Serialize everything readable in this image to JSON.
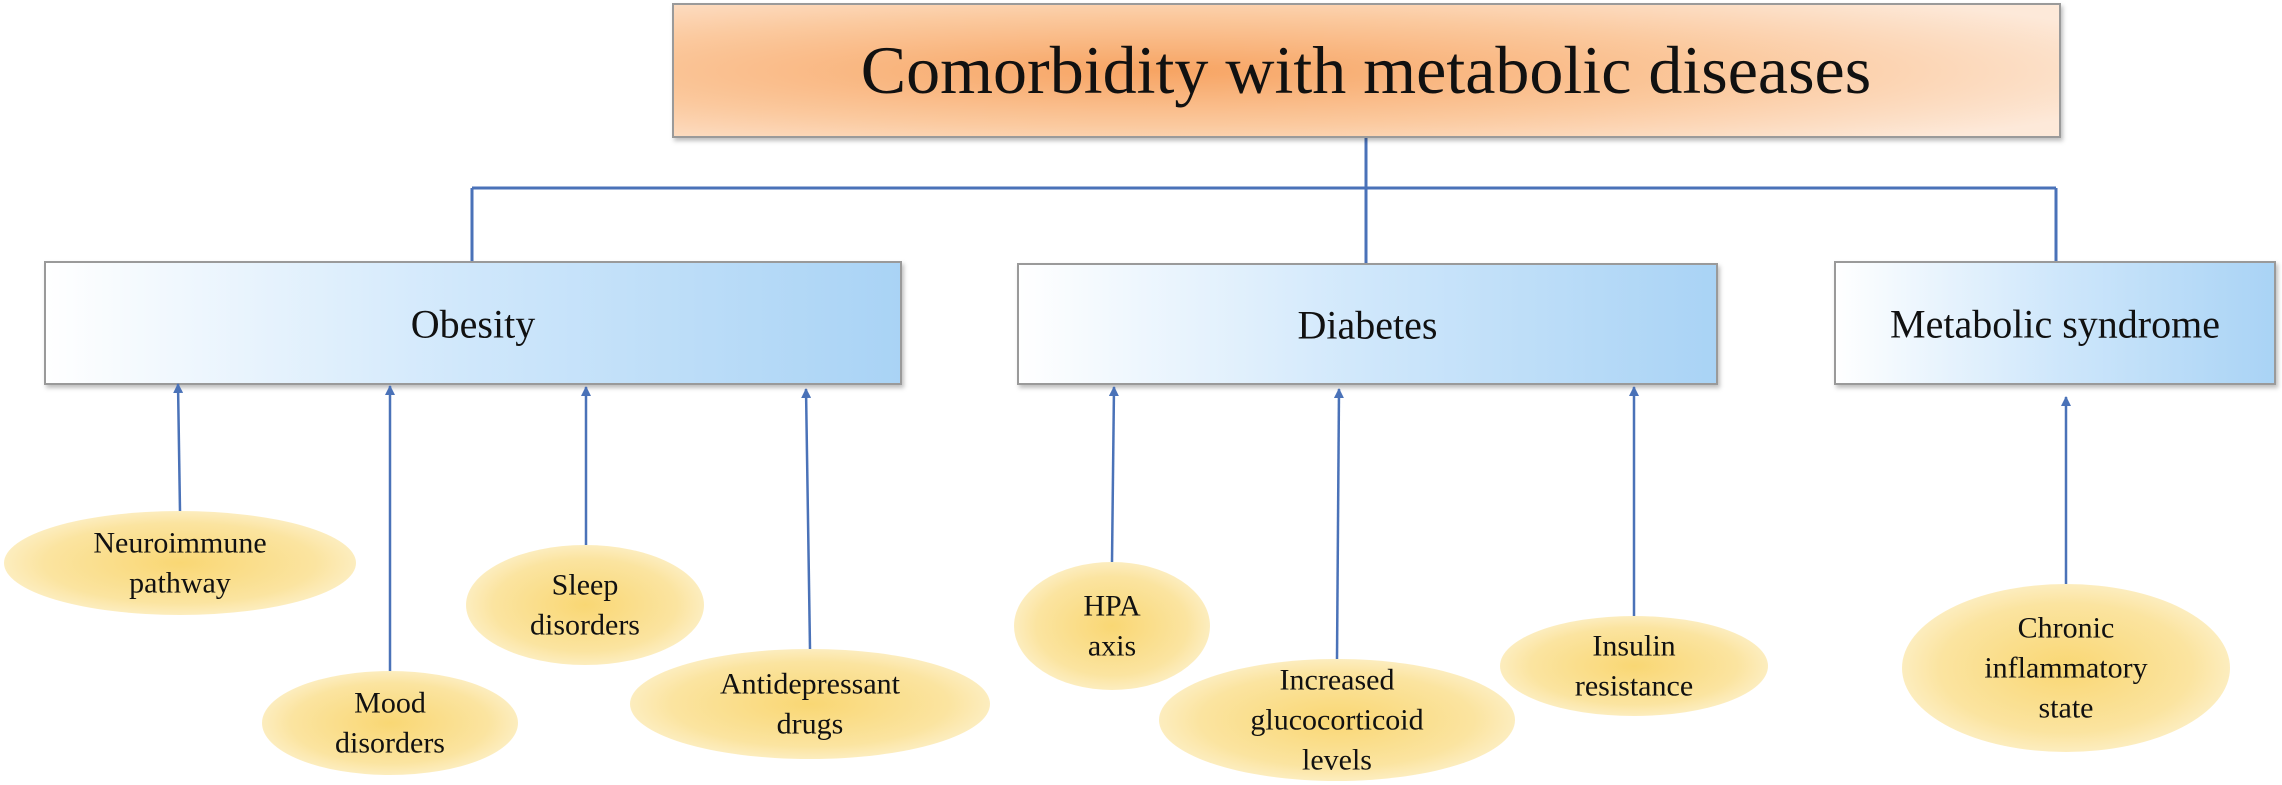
{
  "title": "Comorbidity with metabolic diseases",
  "categories": [
    {
      "label": "Obesity",
      "factors": [
        {
          "lines": [
            "Neuroimmune",
            "pathway"
          ]
        },
        {
          "lines": [
            "Mood",
            "disorders"
          ]
        },
        {
          "lines": [
            "Sleep",
            "disorders"
          ]
        },
        {
          "lines": [
            "Antidepressant",
            "drugs"
          ]
        }
      ]
    },
    {
      "label": "Diabetes",
      "factors": [
        {
          "lines": [
            "HPA",
            "axis"
          ]
        },
        {
          "lines": [
            "Increased",
            "glucocorticoid",
            "levels"
          ]
        },
        {
          "lines": [
            "Insulin",
            "resistance"
          ]
        }
      ]
    },
    {
      "label": "Metabolic syndrome",
      "factors": [
        {
          "lines": [
            "Chronic",
            "inflammatory",
            "state"
          ]
        }
      ]
    }
  ],
  "colors": {
    "title_center": "#f7a463",
    "title_edge": "#fde9d9",
    "category_left": "#ffffff",
    "category_right": "#a9d3f5",
    "factor_center": "#f9d774",
    "factor_edge": "#fdf1cc",
    "connector": "#4a72b8"
  }
}
